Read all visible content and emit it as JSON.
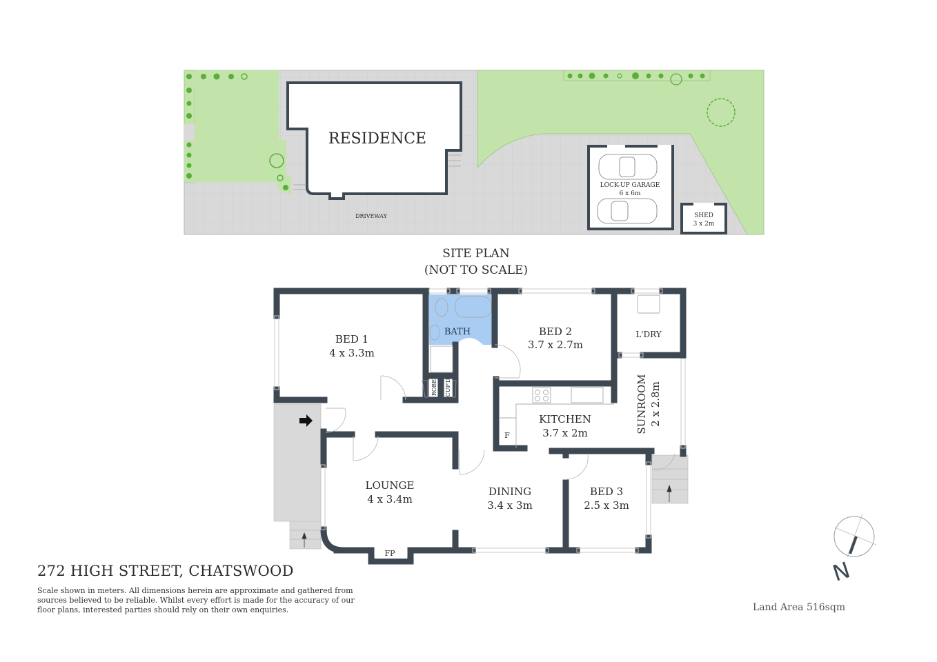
{
  "site_plan": {
    "caption_line1": "SITE PLAN",
    "caption_line2": "(NOT TO SCALE)",
    "residence_label": "RESIDENCE",
    "driveway_label": "DRIVEWAY",
    "garage": {
      "name": "LOCK-UP GARAGE",
      "size": "6 x 6m"
    },
    "shed": {
      "name": "SHED",
      "size": "3 x 2m"
    }
  },
  "floor_plan": {
    "rooms": {
      "bed1": {
        "name": "BED 1",
        "size": "4 x 3.3m"
      },
      "bath": {
        "name": "BATH"
      },
      "bed2": {
        "name": "BED 2",
        "size": "3.7 x 2.7m"
      },
      "laundry": {
        "name": "L'DRY"
      },
      "robe": {
        "name": "ROBE"
      },
      "cupboard": {
        "name": "CUP'D"
      },
      "kitchen": {
        "name": "KITCHEN",
        "size": "3.7 x 2m"
      },
      "fridge": {
        "name": "F"
      },
      "sunroom": {
        "name": "SUNROOM",
        "size": "2 x 2.8m"
      },
      "lounge": {
        "name": "LOUNGE",
        "size": "4 x 3.4m"
      },
      "dining": {
        "name": "DINING",
        "size": "3.4 x 3m"
      },
      "bed3": {
        "name": "BED 3",
        "size": "2.5 x 3m"
      },
      "fireplace": {
        "name": "FP"
      }
    }
  },
  "footer": {
    "address": "272 HIGH STREET, CHATSWOOD",
    "disclaimer": "Scale shown in meters. All dimensions herein are approximate and gathered from sources believed to be  reliable. Whilst every effort is made for the accuracy of our floor plans, interested parties should rely on their own enquiries.",
    "land_area": "Land Area 516sqm",
    "compass_label": "N"
  },
  "colors": {
    "wall": "#3d4852",
    "lawn": "#c2e3a9",
    "paving": "#d9d9d9",
    "bath_tile": "#a9cdf2",
    "plant": "#5cae3c"
  }
}
